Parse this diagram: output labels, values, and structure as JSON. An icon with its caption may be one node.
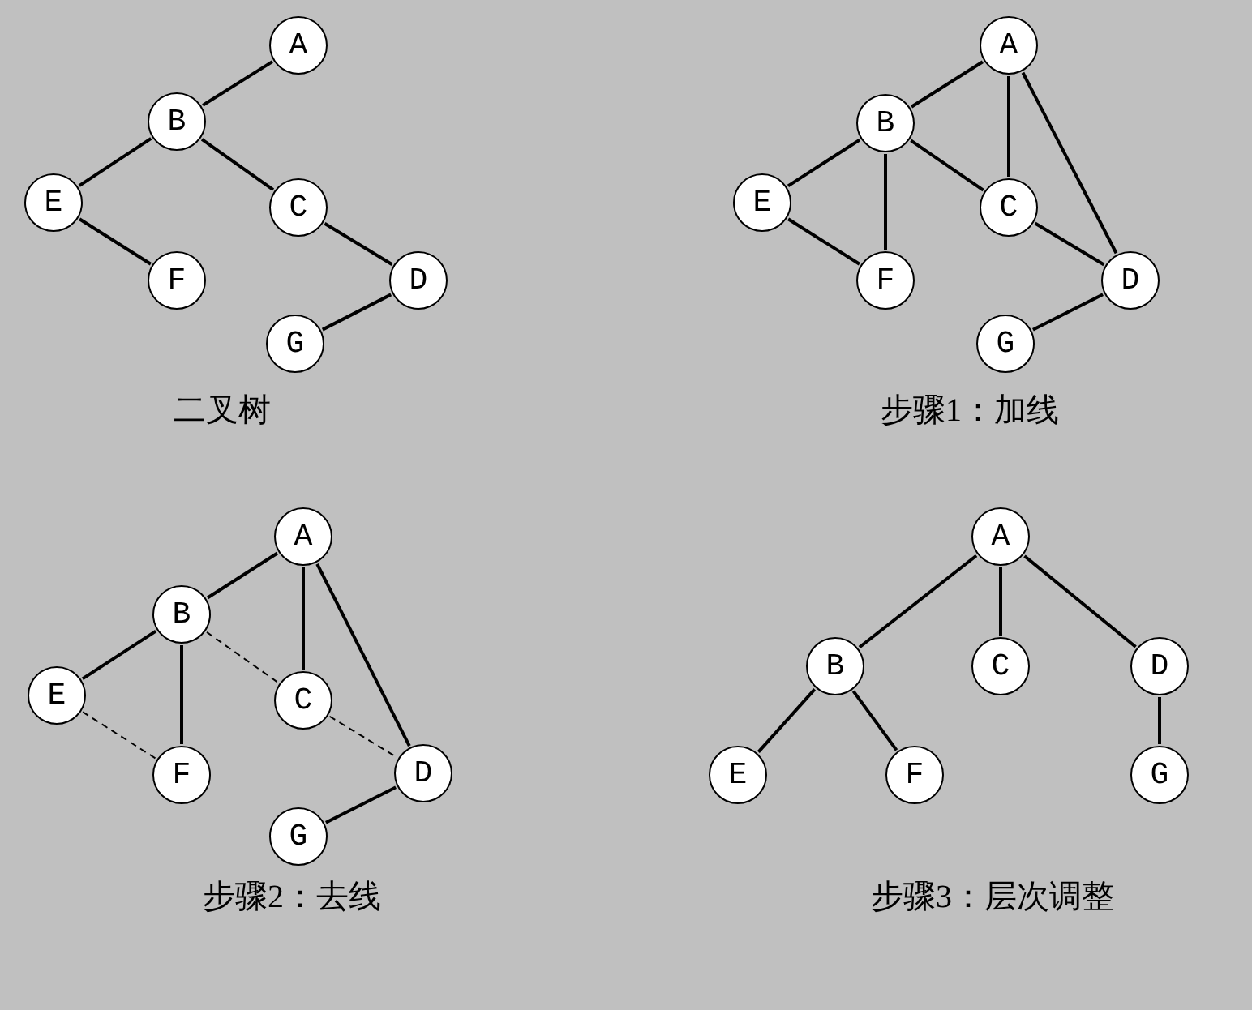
{
  "diagram": {
    "nodes": [
      {
        "text": [
          "A"
        ]
      },
      {
        "text": [
          "B"
        ]
      },
      {
        "text": [
          "C"
        ]
      },
      {
        "text": [
          "D"
        ]
      },
      {
        "text": [
          "E"
        ]
      },
      {
        "text": [
          "F"
        ]
      },
      {
        "text": [
          "G"
        ]
      },
      {
        "text": [
          "A"
        ]
      },
      {
        "text": [
          "B"
        ]
      },
      {
        "text": [
          "C"
        ]
      },
      {
        "text": [
          "D"
        ]
      },
      {
        "text": [
          "E"
        ]
      },
      {
        "text": [
          "F"
        ]
      },
      {
        "text": [
          "G"
        ]
      },
      {
        "text": [
          "A"
        ]
      },
      {
        "text": [
          "B"
        ]
      },
      {
        "text": [
          "C"
        ]
      },
      {
        "text": [
          "D"
        ]
      },
      {
        "text": [
          "E"
        ]
      },
      {
        "text": [
          "F"
        ]
      },
      {
        "text": [
          "G"
        ]
      },
      {
        "text": [
          "A"
        ]
      },
      {
        "text": [
          "B"
        ]
      },
      {
        "text": [
          "C"
        ]
      },
      {
        "text": [
          "D"
        ]
      },
      {
        "text": [
          "E"
        ]
      },
      {
        "text": [
          "F"
        ]
      },
      {
        "text": [
          "G"
        ]
      }
    ],
    "edges": [
      {
        "from": 0,
        "to": 1,
        "arrow": "none"
      },
      {
        "from": 1,
        "to": 4,
        "arrow": "none"
      },
      {
        "from": 1,
        "to": 2,
        "arrow": "none"
      },
      {
        "from": 4,
        "to": 5,
        "arrow": "none"
      },
      {
        "from": 2,
        "to": 3,
        "arrow": "none"
      },
      {
        "from": 3,
        "to": 6,
        "arrow": "none"
      },
      {
        "from": 7,
        "to": 8,
        "arrow": "none"
      },
      {
        "from": 8,
        "to": 11,
        "arrow": "none"
      },
      {
        "from": 8,
        "to": 12,
        "arrow": "none"
      },
      {
        "from": 11,
        "to": 12,
        "arrow": "none"
      },
      {
        "from": 8,
        "to": 9,
        "arrow": "none"
      },
      {
        "from": 7,
        "to": 9,
        "arrow": "none"
      },
      {
        "from": 9,
        "to": 10,
        "arrow": "none"
      },
      {
        "from": 7,
        "to": 10,
        "arrow": "none"
      },
      {
        "from": 10,
        "to": 13,
        "arrow": "none"
      },
      {
        "from": 14,
        "to": 15,
        "arrow": "none"
      },
      {
        "from": 15,
        "to": 18,
        "arrow": "none"
      },
      {
        "from": 15,
        "to": 19,
        "arrow": "none"
      },
      {
        "from": 18,
        "to": 19,
        "arrow": "none",
        "style": "dashed"
      },
      {
        "from": 15,
        "to": 16,
        "arrow": "none",
        "style": "dashed"
      },
      {
        "from": 14,
        "to": 16,
        "arrow": "none"
      },
      {
        "from": 16,
        "to": 17,
        "arrow": "none",
        "style": "dashed"
      },
      {
        "from": 14,
        "to": 17,
        "arrow": "none"
      },
      {
        "from": 17,
        "to": 20,
        "arrow": "none"
      },
      {
        "from": 21,
        "to": 22,
        "arrow": "none"
      },
      {
        "from": 21,
        "to": 23,
        "arrow": "none"
      },
      {
        "from": 21,
        "to": 24,
        "arrow": "none"
      },
      {
        "from": 22,
        "to": 25,
        "arrow": "none"
      },
      {
        "from": 22,
        "to": 26,
        "arrow": "none"
      },
      {
        "from": 24,
        "to": 27,
        "arrow": "none"
      }
    ],
    "labels": [
      "二叉树",
      "步骤1：加线",
      "步骤2：去线",
      "步骤3：层次调整"
    ]
  }
}
